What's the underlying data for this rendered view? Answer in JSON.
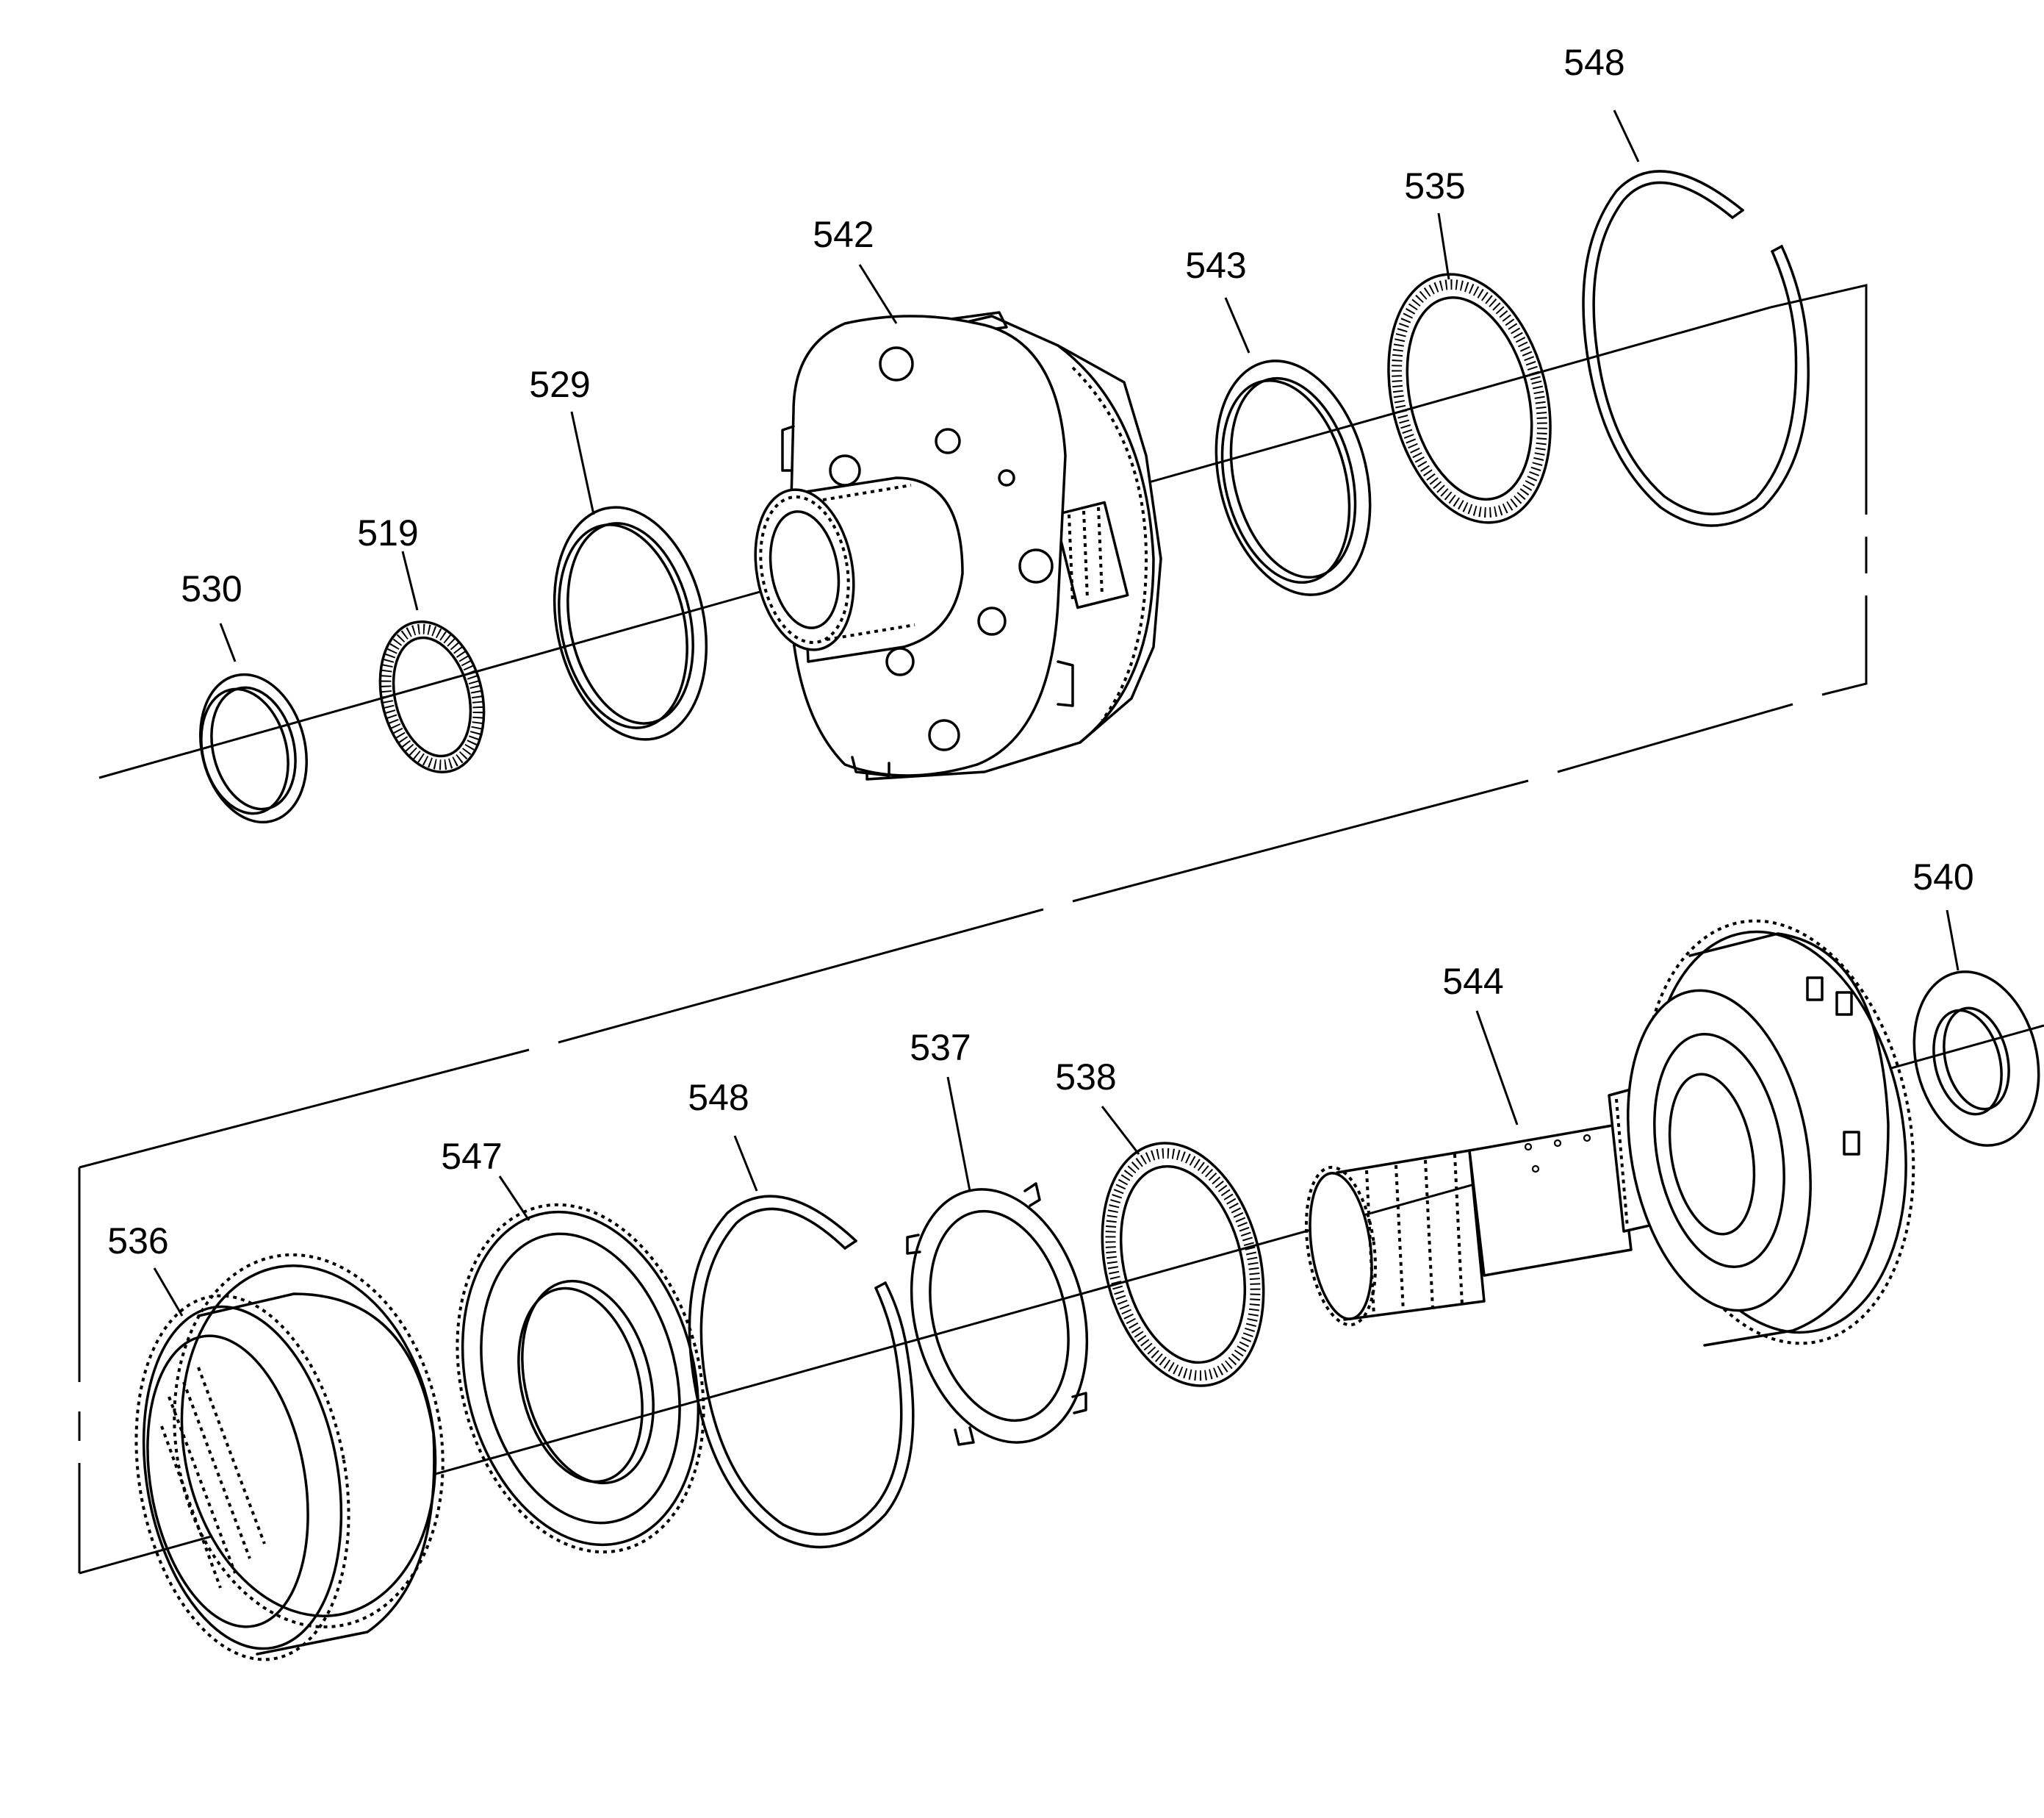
{
  "callouts": {
    "c548_top": "548",
    "c535": "535",
    "c542": "542",
    "c543": "543",
    "c529": "529",
    "c519": "519",
    "c530": "530",
    "c540": "540",
    "c544": "544",
    "c537": "537",
    "c538": "538",
    "c548_bottom": "548",
    "c547": "547",
    "c536": "536"
  }
}
